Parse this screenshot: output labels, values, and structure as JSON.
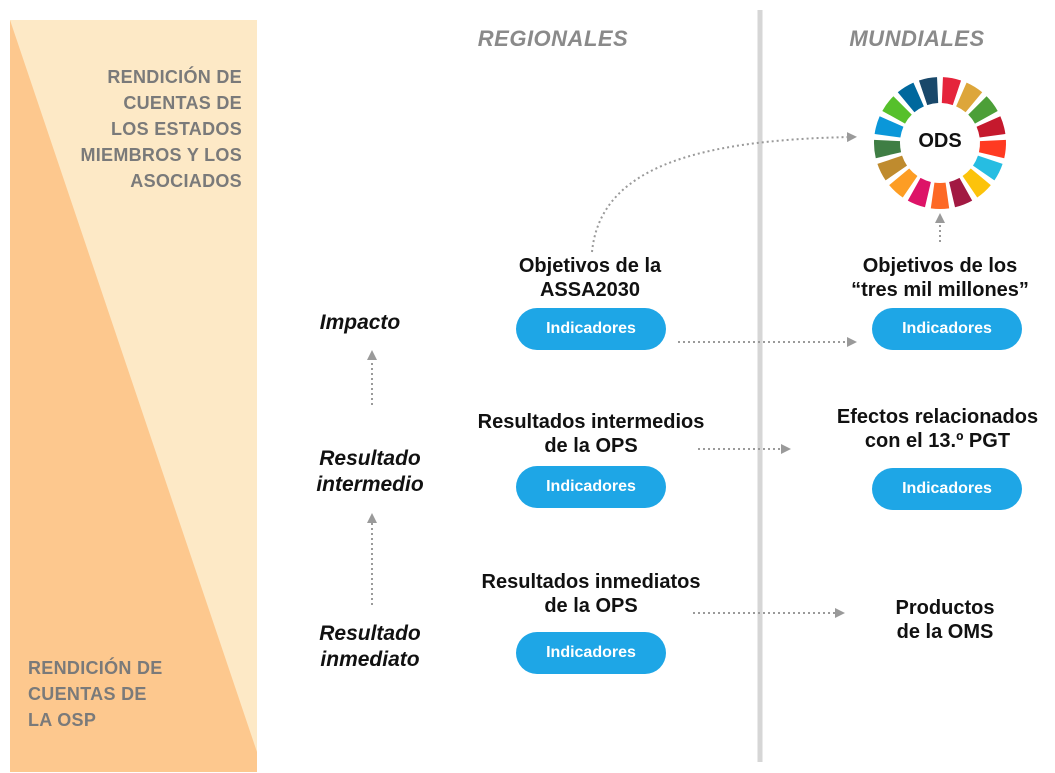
{
  "side": {
    "top_label": "RENDICIÓN DE CUENTAS DE LOS ESTADOS MIEMBROS Y LOS ASOCIADOS",
    "top_lines": [
      "RENDICIÓN DE",
      "CUENTAS DE",
      "LOS ESTADOS",
      "MIEMBROS Y LOS",
      "ASOCIADOS"
    ],
    "bottom_lines": [
      "RENDICIÓN DE",
      "CUENTAS DE",
      "LA OSP"
    ]
  },
  "headers": {
    "regional": "REGIONALES",
    "global": "MUNDIALES"
  },
  "levels": {
    "impact": "Impacto",
    "intermediate": [
      "Resultado",
      "intermedio"
    ],
    "immediate": [
      "Resultado",
      "inmediato"
    ]
  },
  "regional": {
    "impact_title": [
      "Objetivos de la",
      "ASSA2030"
    ],
    "intermediate_title": [
      "Resultados intermedios",
      "de la OPS"
    ],
    "immediate_title": [
      "Resultados inmediatos",
      "de la OPS"
    ]
  },
  "global": {
    "ods": "ODS",
    "impact_title": [
      "Objetivos de los",
      "“tres mil millones”"
    ],
    "intermediate_title": [
      "Efectos relacionados",
      "con el 13.º PGT"
    ],
    "immediate_title": [
      "Productos",
      "de la OMS"
    ]
  },
  "pill_label": "Indicadores",
  "colors": {
    "band_light": "#fde9c6",
    "band_dark": "#fdc88e",
    "pill": "#1ea6e6",
    "divider": "#d6d6d6",
    "arrow": "#9a9a9a",
    "ods_wheel": [
      "#e5243b",
      "#dda63a",
      "#4c9f38",
      "#c5192d",
      "#ff3a21",
      "#26bde2",
      "#fcc30b",
      "#a21942",
      "#fd6925",
      "#dd1367",
      "#fd9d24",
      "#bf8b2e",
      "#3f7e44",
      "#0a97d9",
      "#56c02b",
      "#00689d",
      "#19486a"
    ]
  }
}
